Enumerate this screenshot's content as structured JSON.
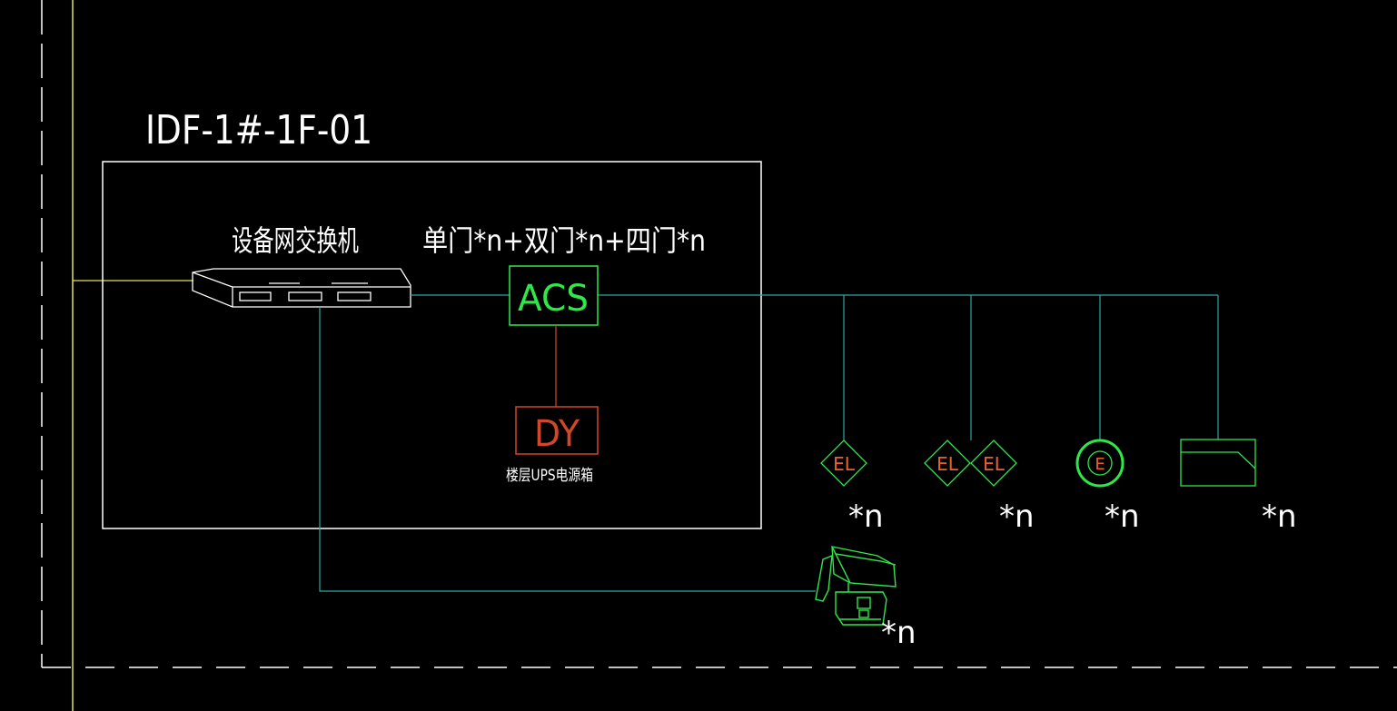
{
  "drawing": {
    "background": "#000000",
    "idf_label": "IDF-1#-1F-01",
    "switch_label": "设备网交换机",
    "door_label": "单门*n+双门*n+四门*n",
    "acs_label": "ACS",
    "dy_label": "DY",
    "ups_label": "楼层UPS电源箱",
    "el_label": "EL",
    "exit_button_label": "E",
    "qty_label": "*n"
  },
  "colors": {
    "frame": "#ffffff",
    "network_line": "#2fa6a6",
    "power_line": "#d2462a",
    "backbone_line": "#e8e05a",
    "acs": "#2ee84a",
    "dy": "#d2462a",
    "device_text": "#e8622e",
    "device_green": "#2ee84a"
  }
}
